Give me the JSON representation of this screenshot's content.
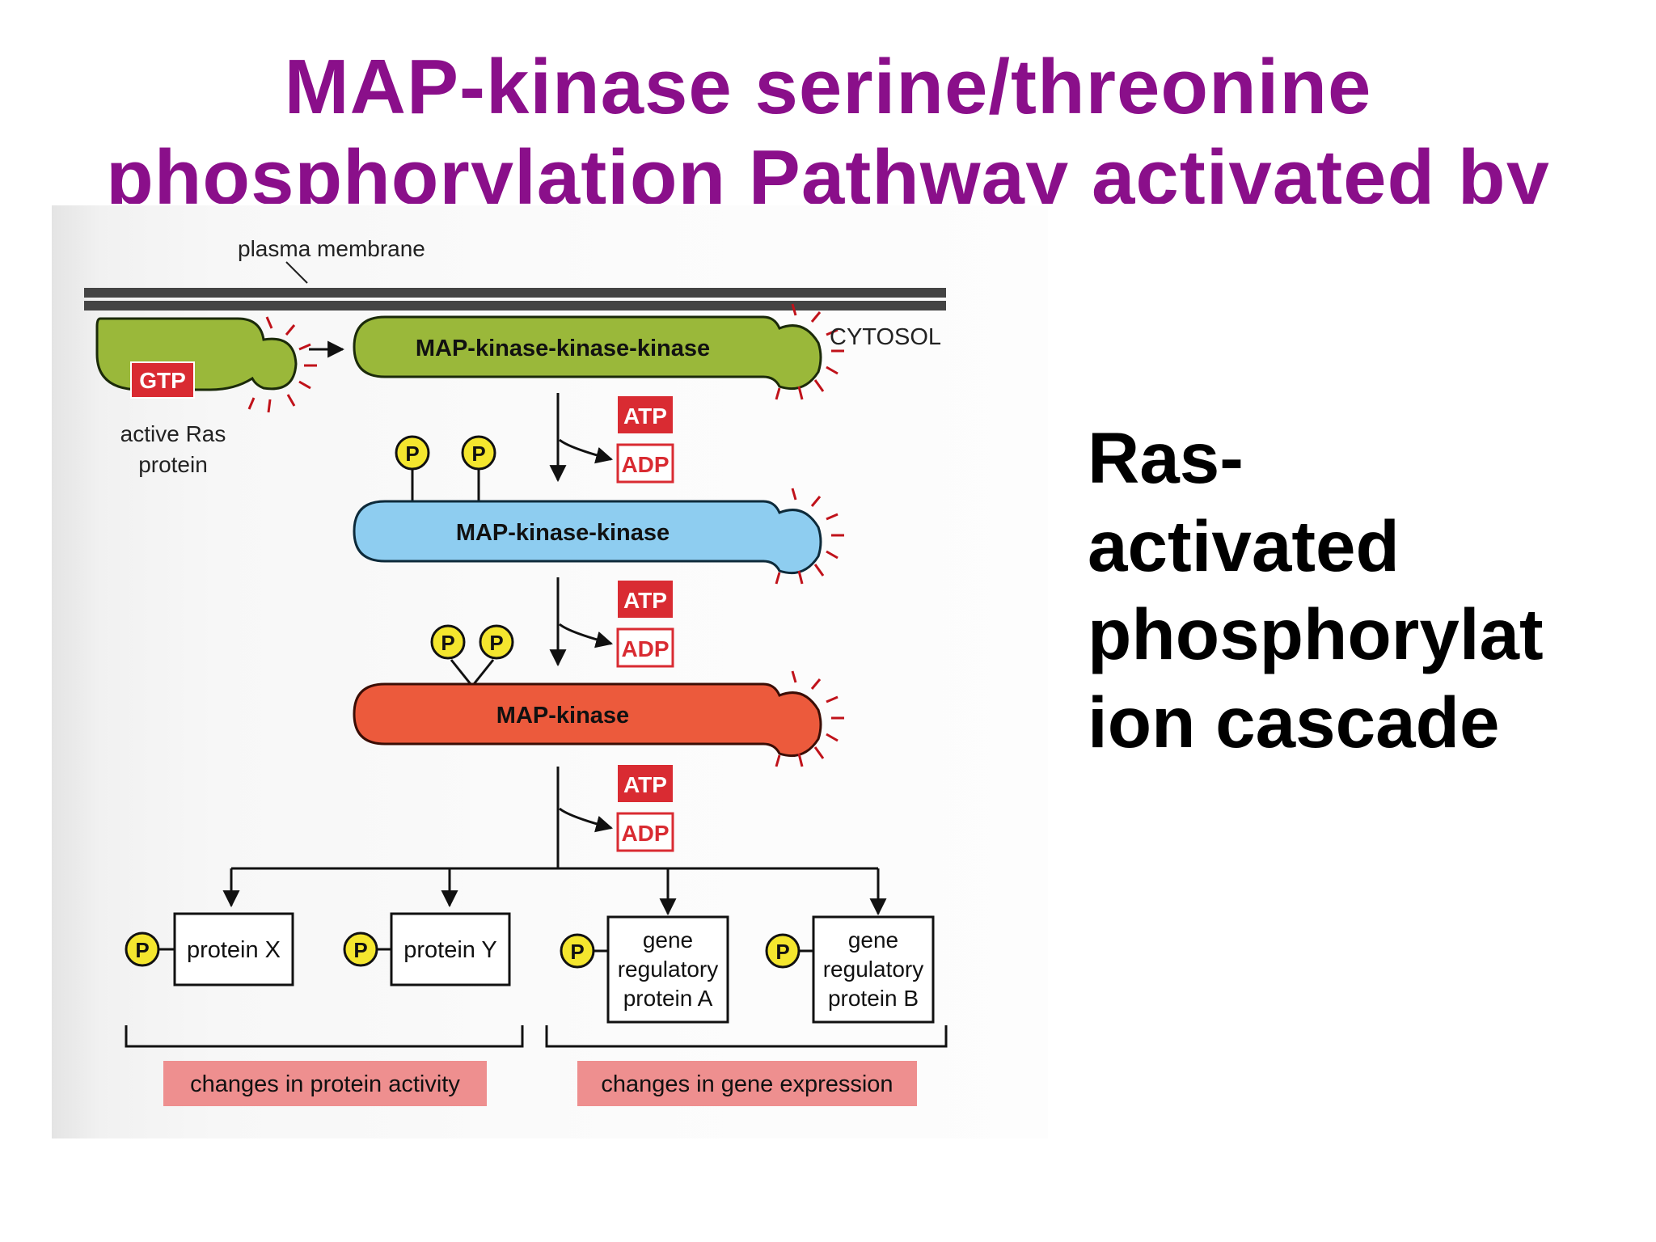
{
  "title": {
    "line1": "MAP-kinase serine/threonine",
    "line2": "phosphorylation  Pathway activated by"
  },
  "side_text": {
    "line1": "Ras-",
    "line2": "activated",
    "line3": "phosphorylat",
    "line4": "ion cascade"
  },
  "diagram": {
    "plasma_membrane": "plasma membrane",
    "cytosol": "CYTOSOL",
    "gtp": "GTP",
    "active_ras_line1": "active Ras",
    "active_ras_line2": "protein",
    "mapkkk": "MAP-kinase-kinase-kinase",
    "mapkk": "MAP-kinase-kinase",
    "mapk": "MAP-kinase",
    "atp": "ATP",
    "adp": "ADP",
    "p": "P",
    "protein_x": "protein X",
    "protein_y": "protein Y",
    "gene_a_line1": "gene",
    "gene_a_line2": "regulatory",
    "gene_a_line3": "protein A",
    "gene_b_line1": "gene",
    "gene_b_line2": "regulatory",
    "gene_b_line3": "protein B",
    "changes_activity": "changes in protein activity",
    "changes_expression": "changes in gene expression"
  },
  "colors": {
    "title": "#8a0f8a",
    "ras_green": "#9ab83a",
    "mapkk_blue": "#8ecdf0",
    "mapk_red": "#ec5a3c",
    "atp_red": "#d92b32",
    "phosphate_yellow": "#f4e62e",
    "outcome_pink": "#ee8f8f"
  }
}
